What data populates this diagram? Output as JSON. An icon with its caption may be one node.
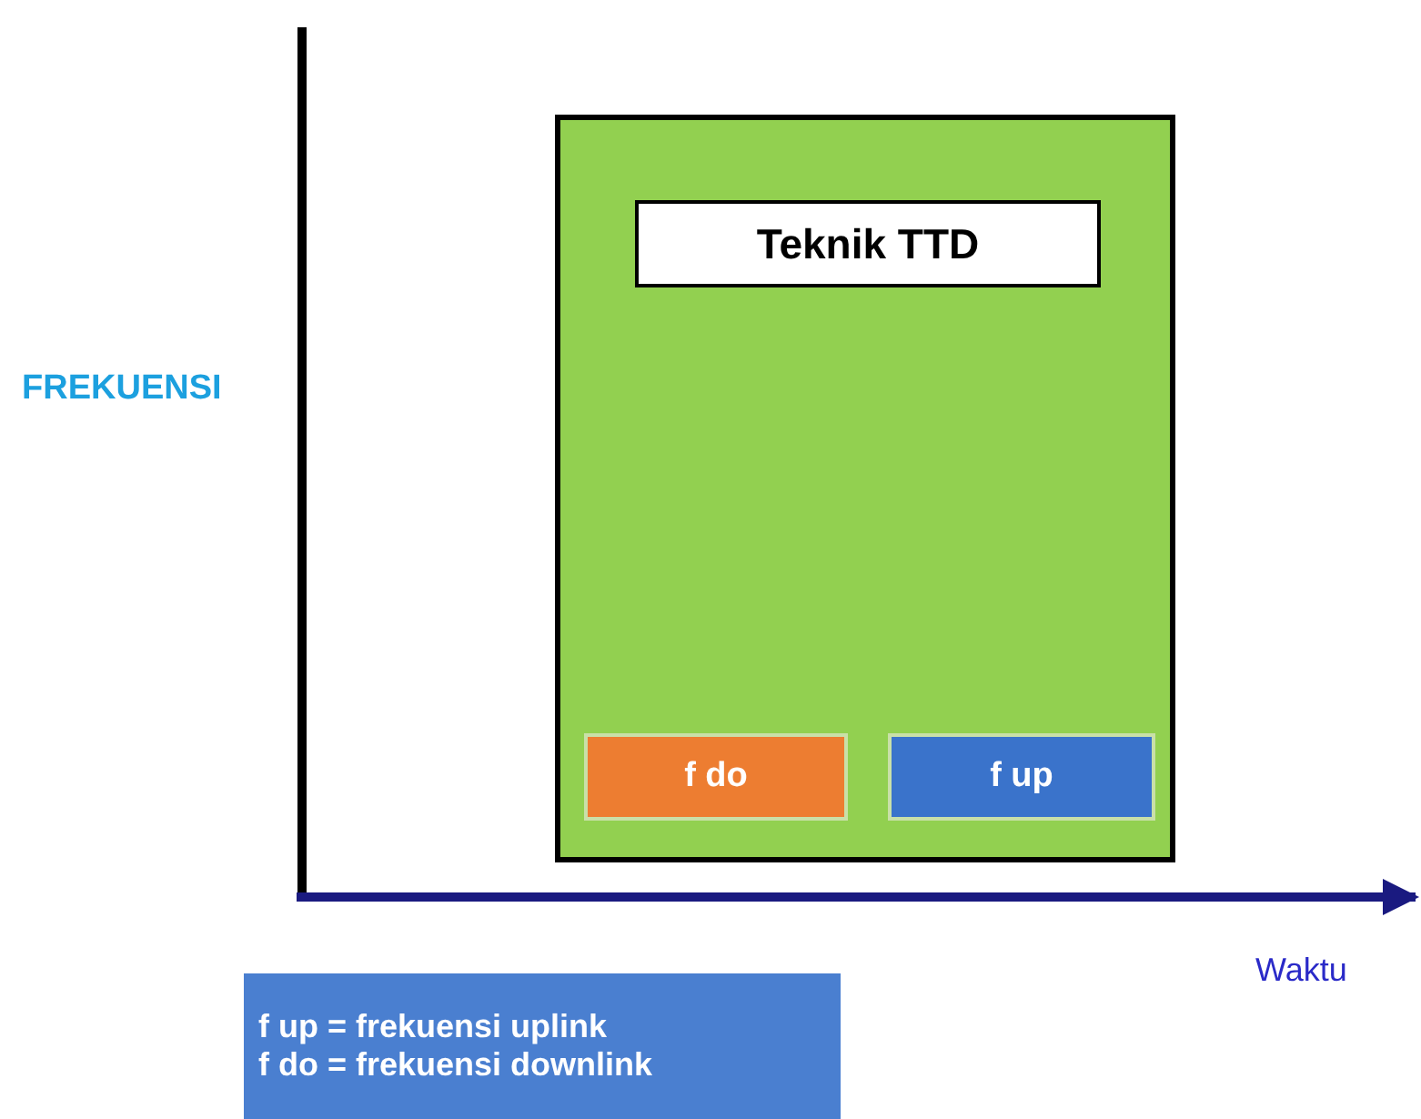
{
  "diagram": {
    "nodes": [
      {
        "text": [],
        "shape": "box"
      },
      {
        "text": [
          "Teknik TTD"
        ],
        "in": 0
      },
      {
        "text": [
          "f do"
        ],
        "in": 0
      },
      {
        "text": [
          "f up"
        ],
        "in": 0
      },
      {
        "text": [
          "f up = frekuensi uplink",
          "f do = frekuensi downlink"
        ]
      }
    ],
    "edges": [],
    "labels": [
      "FREKUENSI",
      "Waktu"
    ]
  }
}
